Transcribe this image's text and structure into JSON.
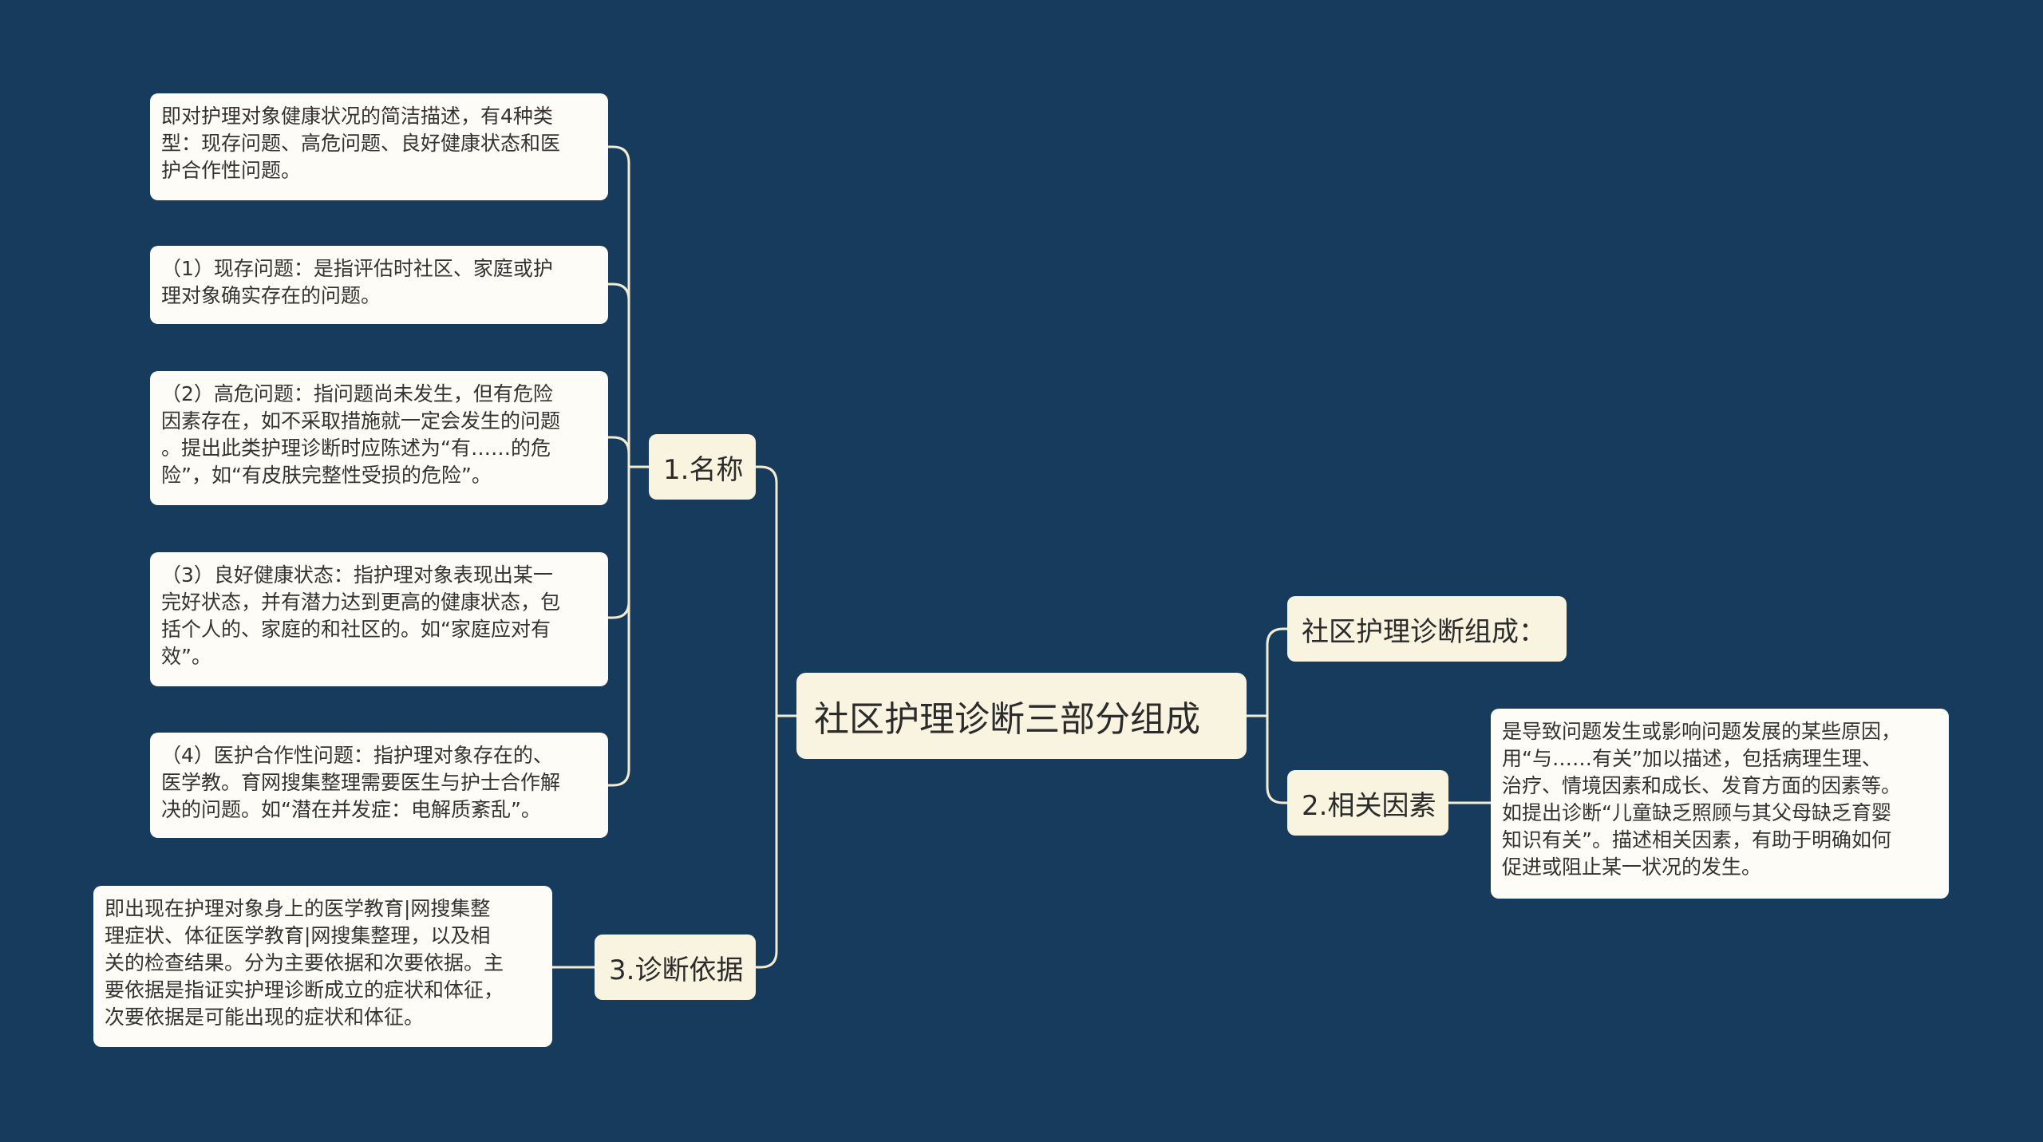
{
  "root": {
    "label": "社区护理诊断三部分组成"
  },
  "branches": {
    "composition": {
      "label": "社区护理诊断组成："
    },
    "name": {
      "label": "1.名称",
      "leaves": [
        [
          "即对护理对象健康状况的简洁描述，有4种类",
          "型：现存问题、高危问题、良好健康状态和医",
          "护合作性问题。"
        ],
        [
          "（1）现存问题：是指评估时社区、家庭或护",
          "理对象确实存在的问题。"
        ],
        [
          "（2）高危问题：指问题尚未发生，但有危险",
          "因素存在，如不采取措施就一定会发生的问题",
          "。提出此类护理诊断时应陈述为“有……的危",
          "险”，如“有皮肤完整性受损的危险”。"
        ],
        [
          "（3）良好健康状态：指护理对象表现出某一",
          "完好状态，并有潜力达到更高的健康状态，包",
          "括个人的、家庭的和社区的。如“家庭应对有",
          "效”。"
        ],
        [
          "（4）医护合作性问题：指护理对象存在的、",
          "医学教。育网搜集整理需要医生与护士合作解",
          "决的问题。如“潜在并发症：电解质紊乱”。"
        ]
      ]
    },
    "related": {
      "label": "2.相关因素",
      "leaf": [
        "是导致问题发生或影响问题发展的某些原因，",
        "用“与……有关”加以描述，包括病理生理、",
        "治疗、情境因素和成长、发育方面的因素等。",
        "如提出诊断“儿童缺乏照顾与其父母缺乏育婴",
        "知识有关”。描述相关因素，有助于明确如何",
        "促进或阻止某一状况的发生。"
      ]
    },
    "basis": {
      "label": "3.诊断依据",
      "leaf": [
        "即出现在护理对象身上的医学教育|网搜集整",
        "理症状、体征医学教育|网搜集整理，以及相",
        "关的检查结果。分为主要依据和次要依据。主",
        "要依据是指证实护理诊断成立的症状和体征，",
        "次要依据是可能出现的症状和体征。"
      ]
    }
  },
  "colors": {
    "background": "#163b5c",
    "node_fill": "#f9f4e0",
    "leaf_fill": "#fdfcf6",
    "connector": "#f3ecd2"
  }
}
